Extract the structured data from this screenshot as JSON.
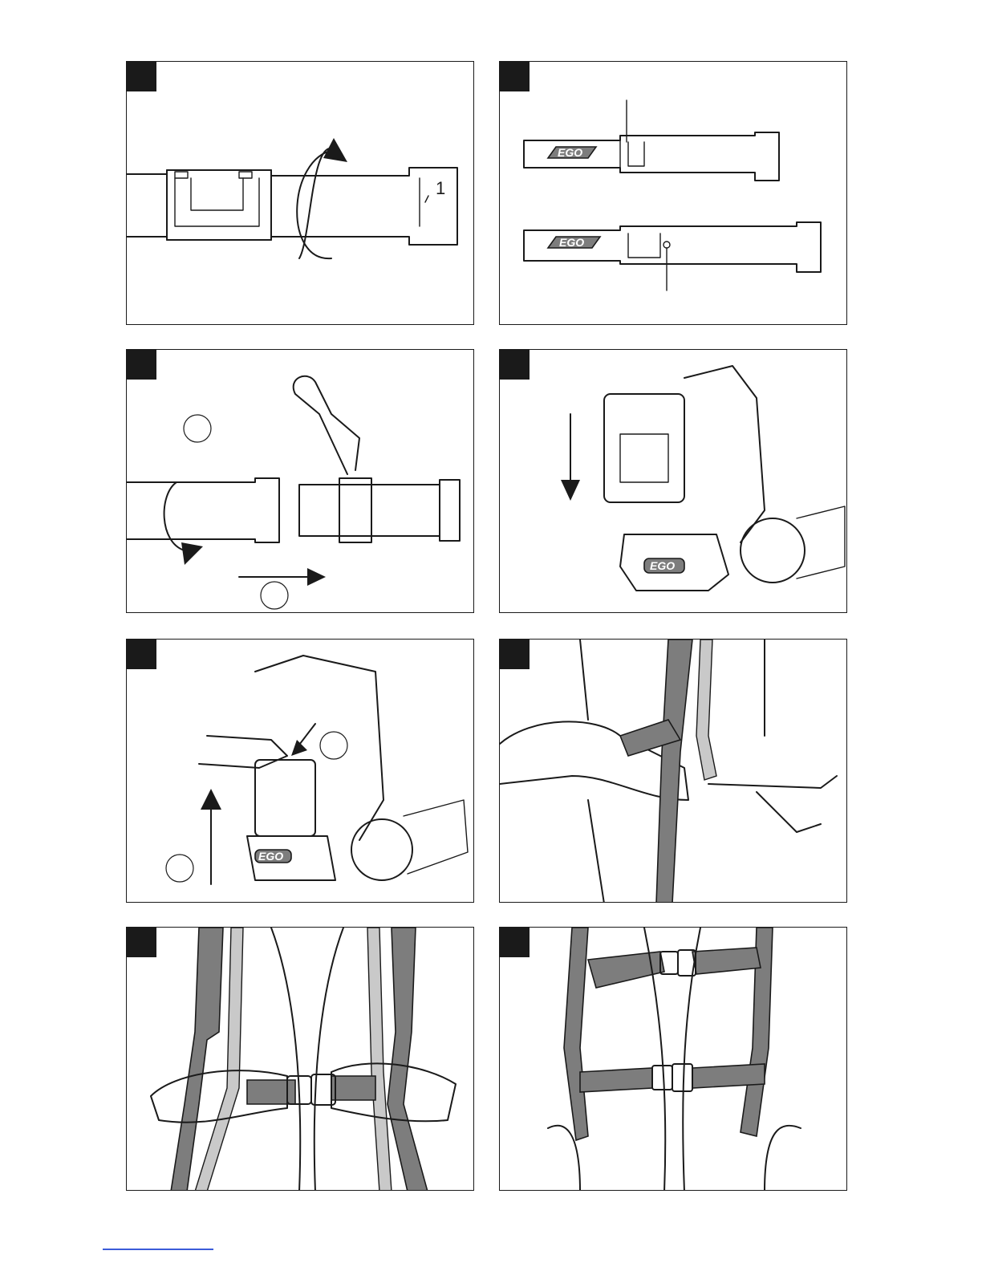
{
  "page": {
    "title": ""
  },
  "brand": {
    "logo_text": "EGO"
  },
  "tube_markings": {
    "lock_numeral": "1"
  },
  "panels": [
    {
      "id": "A",
      "icon": "tube-rotate-illustration"
    },
    {
      "id": "B",
      "icon": "tube-comparison-illustration"
    },
    {
      "id": "C",
      "icon": "tube-attach-illustration"
    },
    {
      "id": "D",
      "icon": "battery-insert-illustration"
    },
    {
      "id": "E",
      "icon": "battery-remove-illustration"
    },
    {
      "id": "F",
      "icon": "strap-adjust-illustration"
    },
    {
      "id": "G",
      "icon": "buckle-fasten-illustration"
    },
    {
      "id": "H",
      "icon": "harness-fit-illustration"
    }
  ],
  "colors": {
    "ink": "#1a1a1a",
    "strap": "#7d7d7d",
    "strap_light": "#c9c9c9",
    "footer_rule": "#3b5bd9"
  }
}
